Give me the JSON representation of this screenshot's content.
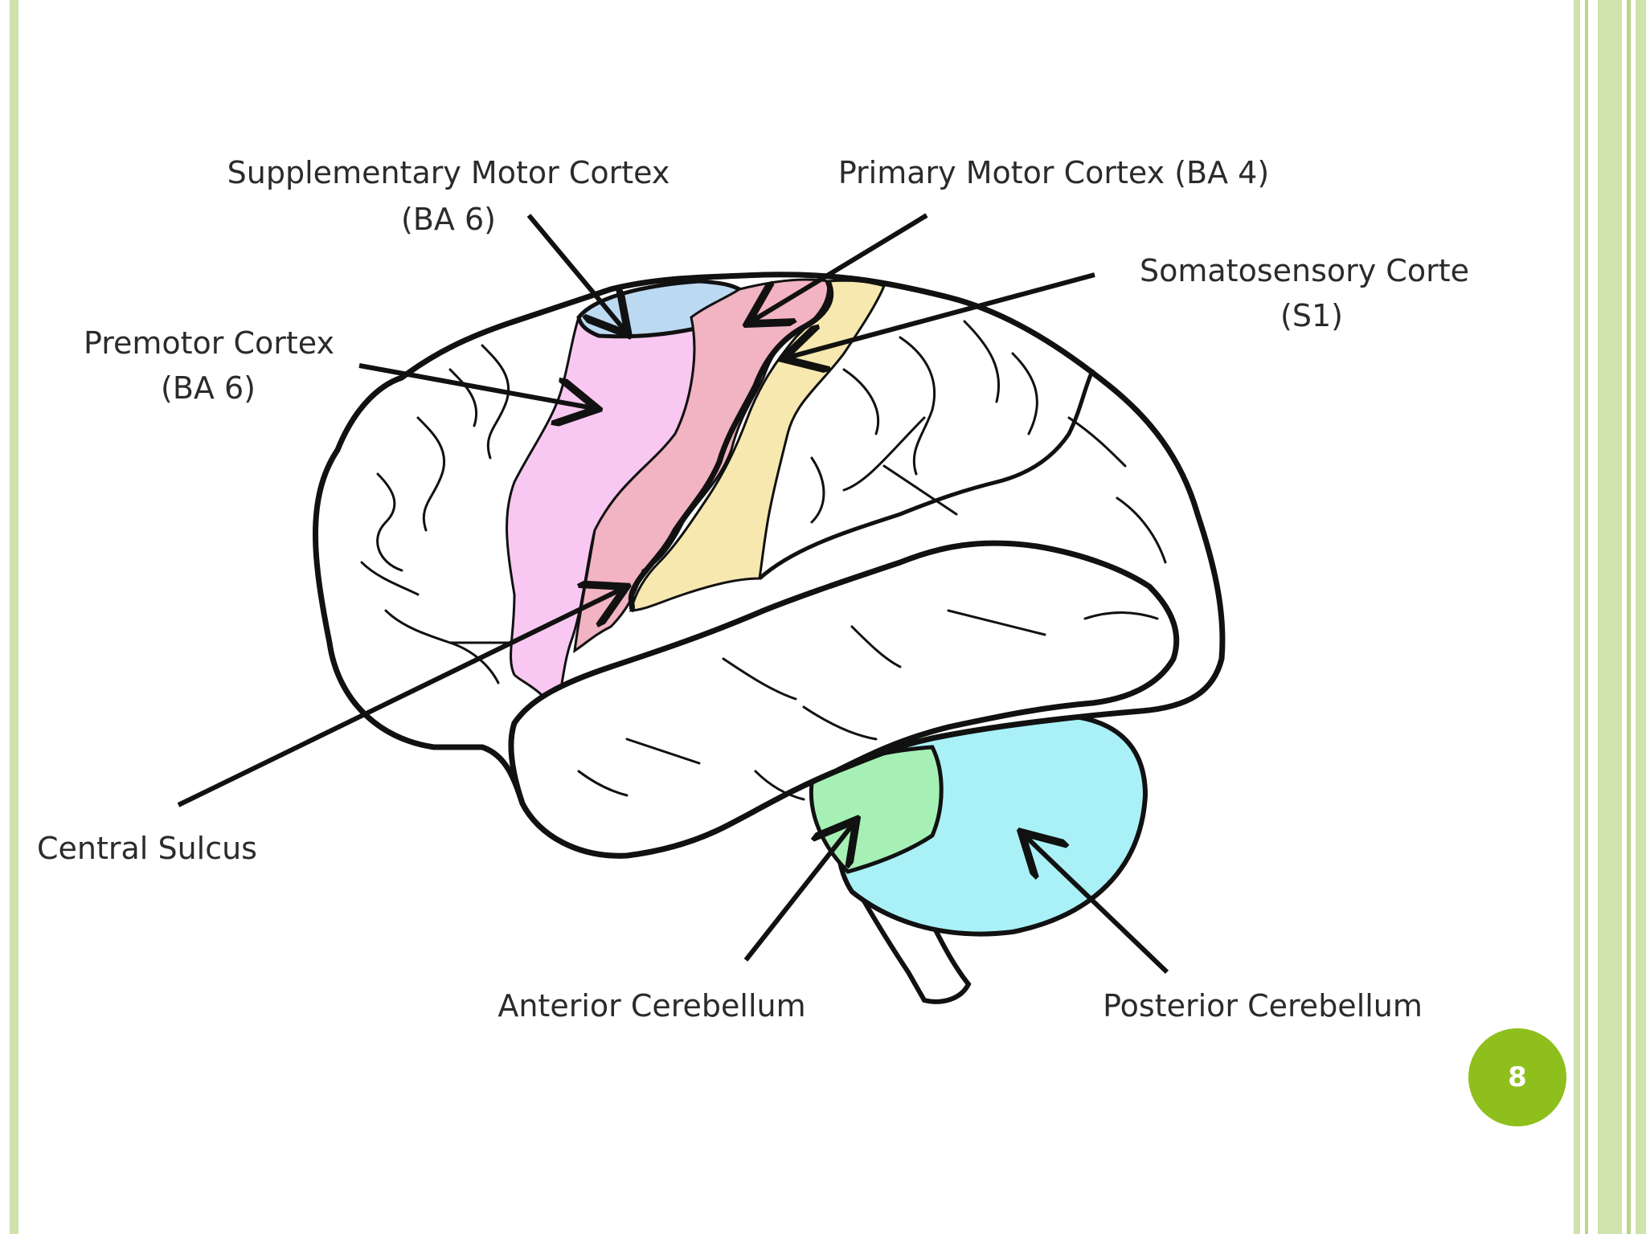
{
  "theme": {
    "frame_green": "#cfe3ad",
    "frame_green_dark": "#b9d58a",
    "badge_green": "#8ebf1c",
    "outline": "#111111"
  },
  "regions": {
    "supplementary_motor": {
      "color": "#bcd9f2"
    },
    "premotor": {
      "color": "#f8c8f2"
    },
    "primary_motor": {
      "color": "#f2b3c2"
    },
    "somatosensory": {
      "color": "#f7e8b0"
    },
    "anterior_cerebellum": {
      "color": "#a6f0b6"
    },
    "posterior_cerebellum": {
      "color": "#a9f1f6"
    }
  },
  "labels": {
    "supplementary_motor_line1": "Supplementary Motor Cortex",
    "supplementary_motor_line2": "(BA 6)",
    "primary_motor": "Primary Motor Cortex (BA 4)",
    "somatosensory_line1": "Somatosensory Corte",
    "somatosensory_line2": "(S1)",
    "premotor_line1": "Premotor Cortex",
    "premotor_line2": "(BA 6)",
    "central_sulcus": "Central Sulcus",
    "anterior_cerebellum": "Anterior Cerebellum",
    "posterior_cerebellum": "Posterior Cerebellum"
  },
  "slide": {
    "page_number": "8"
  }
}
